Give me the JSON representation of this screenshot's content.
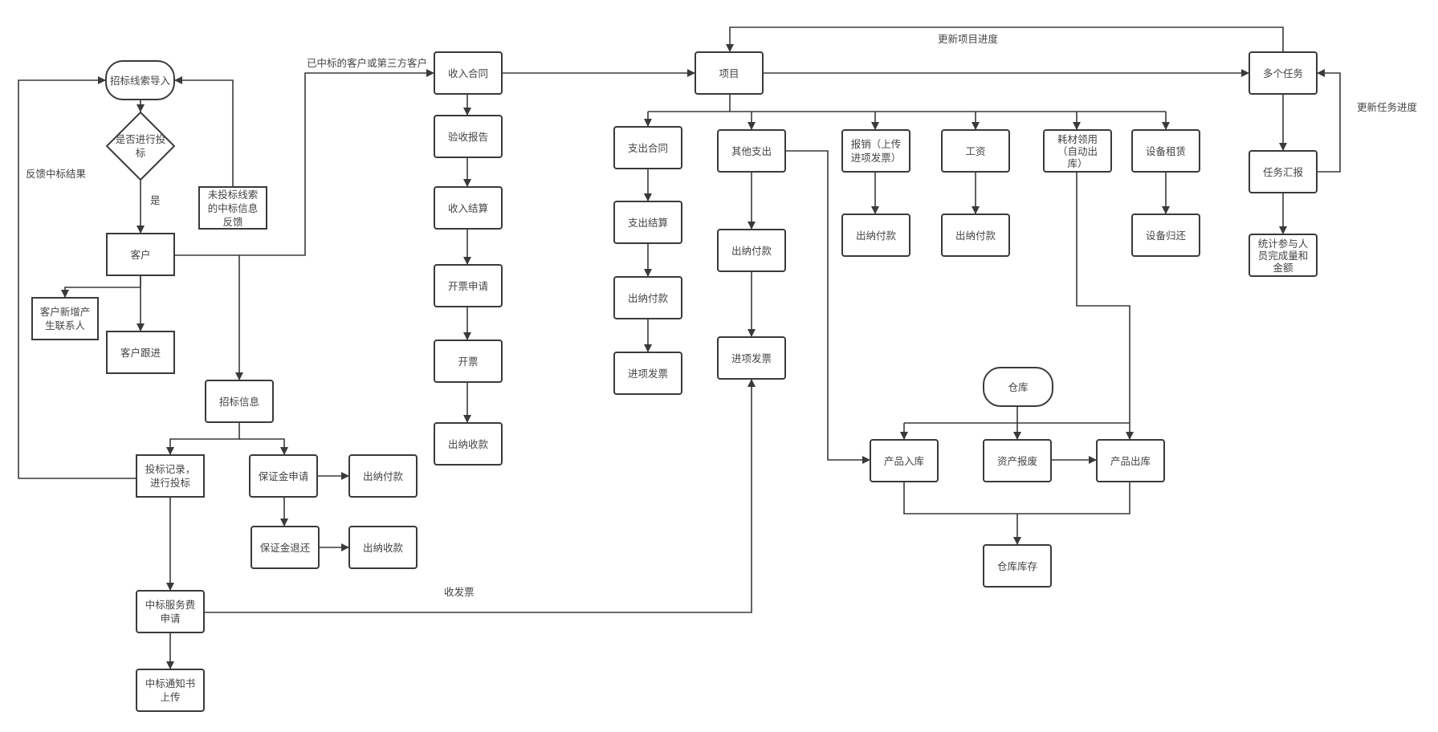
{
  "diagram": {
    "type": "flowchart",
    "colors": {
      "stroke": "#3a3a3a",
      "text": "#444444",
      "background": "#ffffff"
    },
    "nodes": {
      "lead_import": "招标线索导入",
      "bid_decision": "是否进行投\n标",
      "unbid_feedback": "未投标线索\n的中标信息\n反馈",
      "customer": "客户",
      "customer_new_contact": "客户新增产\n生联系人",
      "customer_followup": "客户跟进",
      "bid_info": "招标信息",
      "bid_record": "投标记录，\n进行投标",
      "deposit_apply": "保证金申请",
      "deposit_cashier_pay": "出纳付款",
      "deposit_refund": "保证金退还",
      "deposit_cashier_receive": "出纳收款",
      "service_fee_apply": "中标服务费\n申请",
      "award_notice_upload": "中标通知书\n上传",
      "income_contract": "收入合同",
      "acceptance_report": "验收报告",
      "income_settlement": "收入结算",
      "invoice_apply": "开票申请",
      "invoicing": "开票",
      "income_cashier_receive": "出纳收款",
      "project": "项目",
      "expense_contract": "支出合同",
      "expense_settlement": "支出结算",
      "expense_cashier_pay": "出纳付款",
      "expense_input_invoice": "进项发票",
      "other_expense": "其他支出",
      "other_cashier_pay": "出纳付款",
      "other_input_invoice": "进项发票",
      "reimbursement": "报销（上传\n进项发票）",
      "reimb_cashier_pay": "出纳付款",
      "salary": "工资",
      "salary_cashier_pay": "出纳付款",
      "consumables": "耗材领用\n（自动出\n库）",
      "equipment_lease": "设备租赁",
      "equipment_return": "设备归还",
      "tasks": "多个任务",
      "task_report": "任务汇报",
      "task_stats": "统计参与人\n员完成量和\n金额",
      "warehouse": "仓库",
      "product_in": "产品入库",
      "asset_scrap": "资产报废",
      "product_out": "产品出库",
      "warehouse_stock": "仓库库存"
    },
    "edge_labels": {
      "yes": "是",
      "feedback_result": "反馈中标结果",
      "won_or_third_party": "已中标的客户或第三方客户",
      "update_project_progress": "更新项目进度",
      "update_task_progress": "更新任务进度",
      "receive_invoice": "收发票"
    }
  }
}
